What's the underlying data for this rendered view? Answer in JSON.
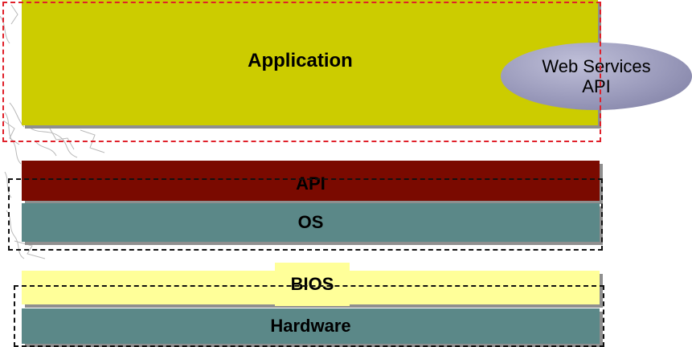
{
  "layers": {
    "application": "Application",
    "api": "API",
    "os": "OS",
    "bios": "BIOS",
    "hardware": "Hardware"
  },
  "callout": {
    "line1": "Web Services",
    "line2": "API"
  },
  "colors": {
    "application": "#cccc00",
    "api": "#7a0a00",
    "os": "#5b8888",
    "bios": "#ffff99",
    "hardware": "#5b8888",
    "shadow": "#8f8f8f",
    "callout": "#9a9abb",
    "dash_application": "#e0202a",
    "dash_other": "#111111"
  }
}
